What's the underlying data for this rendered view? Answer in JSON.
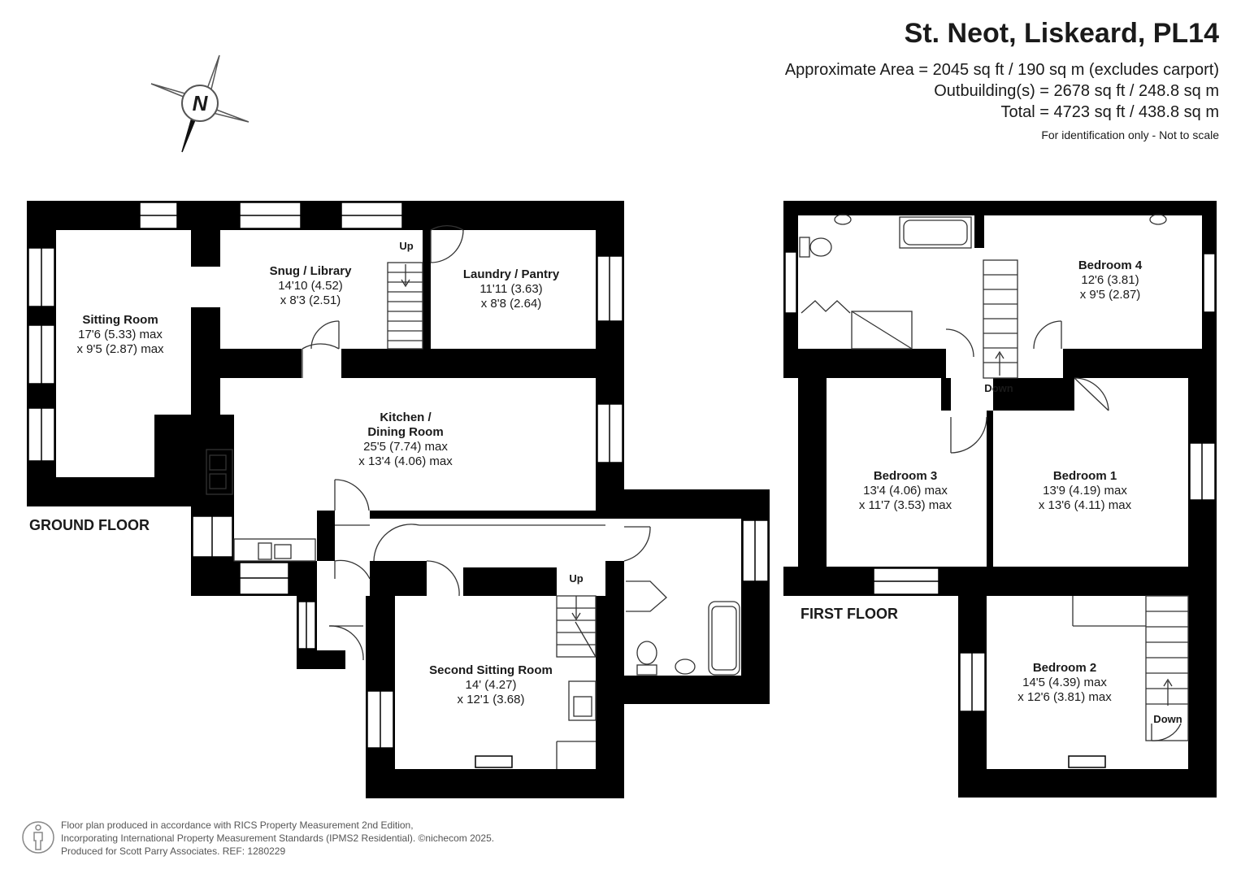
{
  "header": {
    "title": "St. Neot, Liskeard, PL14",
    "area_line_1": "Approximate Area = 2045 sq ft / 190 sq m (excludes carport)",
    "area_line_2": "Outbuilding(s) = 2678 sq ft / 248.8 sq m",
    "area_line_3": "Total = 4723 sq ft / 438.8 sq m",
    "note": "For identification only - Not to scale"
  },
  "compass": {
    "letter": "N",
    "icon": "north-arrow-icon"
  },
  "floors": {
    "ground": {
      "label": "GROUND FLOOR",
      "rooms": {
        "sitting_room": {
          "name": "Sitting Room",
          "dim1": "17'6 (5.33) max",
          "dim2": "x 9'5 (2.87) max"
        },
        "snug_library": {
          "name": "Snug / Library",
          "dim1": "14'10 (4.52)",
          "dim2": "x 8'3 (2.51)"
        },
        "laundry_pantry": {
          "name": "Laundry / Pantry",
          "dim1": "11'11 (3.63)",
          "dim2": "x 8'8 (2.64)"
        },
        "kitchen_dining": {
          "name1": "Kitchen /",
          "name2": "Dining Room",
          "dim1": "25'5 (7.74) max",
          "dim2": "x 13'4 (4.06) max"
        },
        "second_sitting": {
          "name": "Second Sitting Room",
          "dim1": "14' (4.27)",
          "dim2": "x 12'1 (3.68)"
        }
      },
      "stairs": {
        "snug_up": "Up",
        "second_up": "Up"
      }
    },
    "first": {
      "label": "FIRST FLOOR",
      "rooms": {
        "bedroom_4": {
          "name": "Bedroom 4",
          "dim1": "12'6 (3.81)",
          "dim2": "x 9'5 (2.87)"
        },
        "bedroom_3": {
          "name": "Bedroom 3",
          "dim1": "13'4 (4.06) max",
          "dim2": "x 11'7 (3.53) max"
        },
        "bedroom_1": {
          "name": "Bedroom 1",
          "dim1": "13'9 (4.19) max",
          "dim2": "x 13'6 (4.11) max"
        },
        "bedroom_2": {
          "name": "Bedroom 2",
          "dim1": "14'5 (4.39) max",
          "dim2": "x 12'6 (3.81) max"
        }
      },
      "stairs": {
        "landing_down": "Down",
        "bed2_down": "Down"
      }
    }
  },
  "footer": {
    "line1": "Floor plan produced in accordance with RICS Property Measurement 2nd Edition,",
    "line2": "Incorporating International Property Measurement Standards (IPMS2 Residential).  ©nichecom 2025.",
    "line3": "Produced for Scott Parry Associates.   REF: 1280229",
    "icon": "person-icon"
  },
  "colors": {
    "wall": "#000000",
    "window": "#ffffff",
    "text": "#1a1a1a",
    "fixture": "#555555"
  }
}
